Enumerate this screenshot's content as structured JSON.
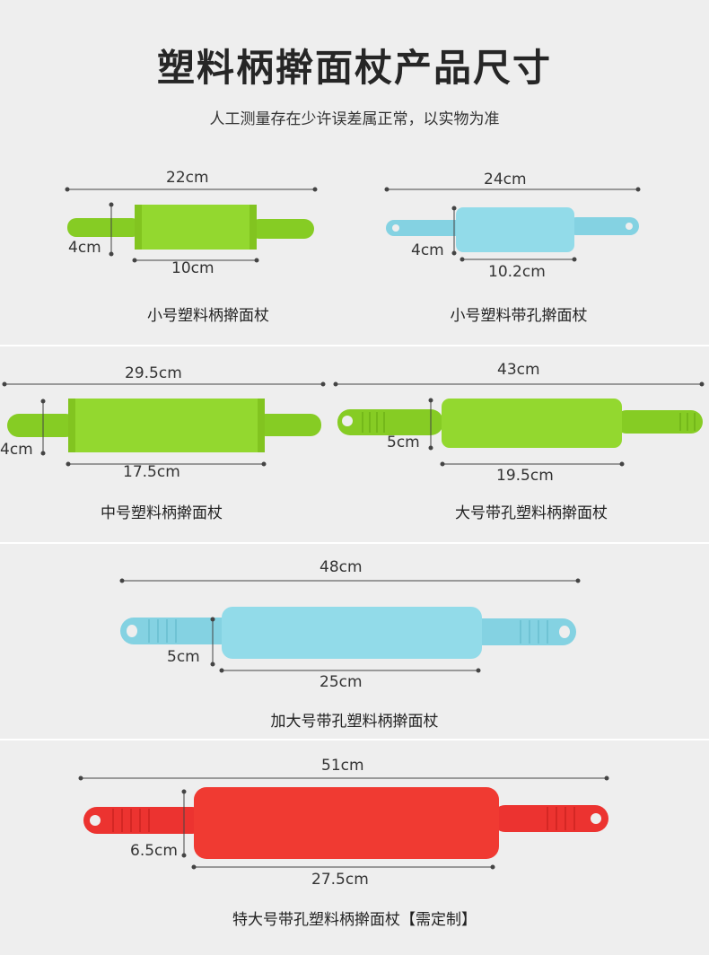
{
  "header": {
    "title": "塑料柄擀面杖产品尺寸",
    "subtitle": "人工测量存在少许误差属正常，以实物为准"
  },
  "products": [
    {
      "color": "#8fd32c",
      "total": "22cm",
      "diameter": "4cm",
      "body": "10cm",
      "caption": "小号塑料柄擀面杖"
    },
    {
      "color": "#8ed8e6",
      "total": "24cm",
      "diameter": "4cm",
      "body": "10.2cm",
      "caption": "小号塑料带孔擀面杖"
    },
    {
      "color": "#8fd32c",
      "total": "29.5cm",
      "diameter": "4cm",
      "body": "17.5cm",
      "caption": "中号塑料柄擀面杖"
    },
    {
      "color": "#8fd32c",
      "total": "43cm",
      "diameter": "5cm",
      "body": "19.5cm",
      "caption": "大号带孔塑料柄擀面杖"
    },
    {
      "color": "#8ed8e6",
      "total": "48cm",
      "diameter": "5cm",
      "body": "25cm",
      "caption": "加大号带孔塑料柄擀面杖"
    },
    {
      "color": "#f03a32",
      "total": "51cm",
      "diameter": "6.5cm",
      "body": "27.5cm",
      "caption": "特大号带孔塑料柄擀面杖【需定制】"
    }
  ]
}
